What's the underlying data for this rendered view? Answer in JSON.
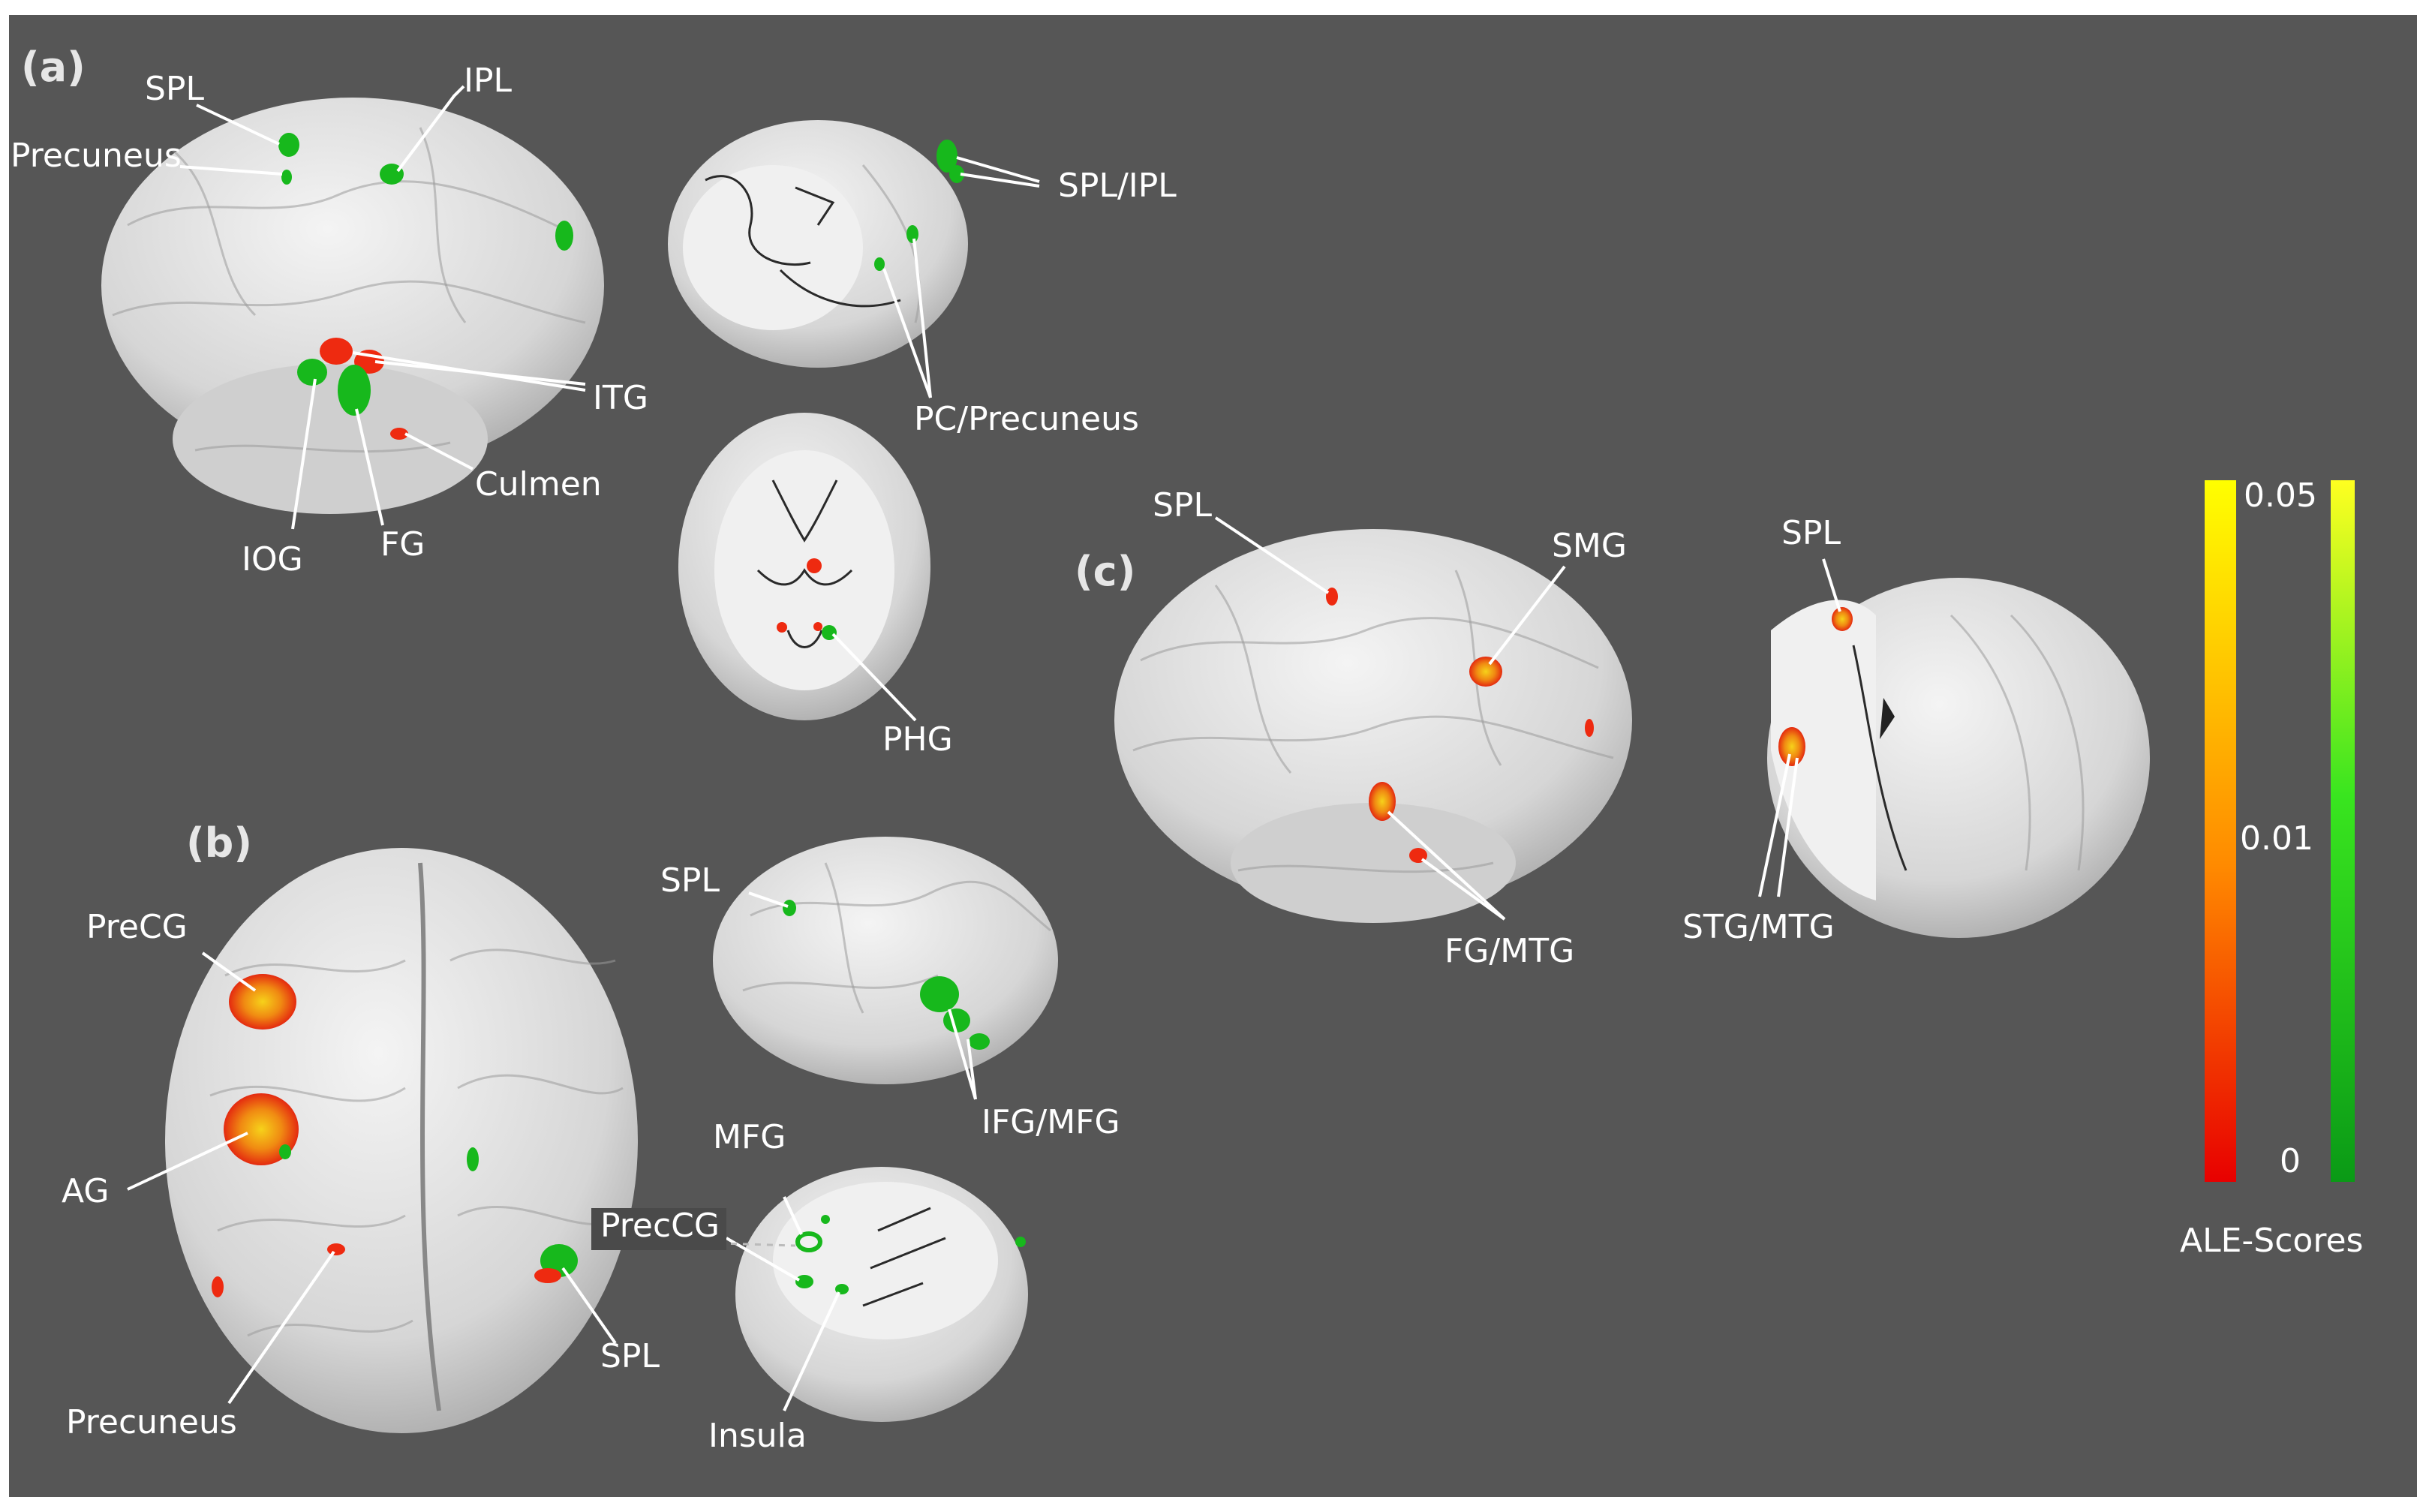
{
  "panels": {
    "a": "(a)",
    "b": "(b)",
    "c": "(c)"
  },
  "labels": {
    "a": {
      "spl": "SPL",
      "ipl": "IPL",
      "precuneus": "Precuneus",
      "itg": "ITG",
      "culmen": "Culmen",
      "iog": "IOG",
      "fg": "FG",
      "spl_ipl": "SPL/IPL",
      "pc_precuneus": "PC/Precuneus",
      "phg": "PHG"
    },
    "b": {
      "precg": "PreCG",
      "ag": "AG",
      "precuneus": "Precuneus",
      "spl_dorsal": "SPL",
      "spl_lateral": "SPL",
      "ifg_mfg": "IFG/MFG",
      "mfg": "MFG",
      "preccg": "PrecCG",
      "insula": "Insula"
    },
    "c": {
      "spl_lateral": "SPL",
      "smg": "SMG",
      "fg_mtg": "FG/MTG",
      "spl_cut": "SPL",
      "stg_mtg": "STG/MTG"
    }
  },
  "colorbar": {
    "ticks": [
      "0.05",
      "0.01",
      "0"
    ],
    "title": "ALE-Scores",
    "hot_colors": [
      "#ffff00",
      "#ff8a00",
      "#e80000"
    ],
    "green_colors": [
      "#ffff20",
      "#39e51f",
      "#0a9a16"
    ]
  },
  "colors": {
    "background": "#565656",
    "brain": "#e2e2e2",
    "activation_red": "#ee2a10",
    "activation_orange": "#f59a12",
    "activation_green": "#17b81c"
  }
}
